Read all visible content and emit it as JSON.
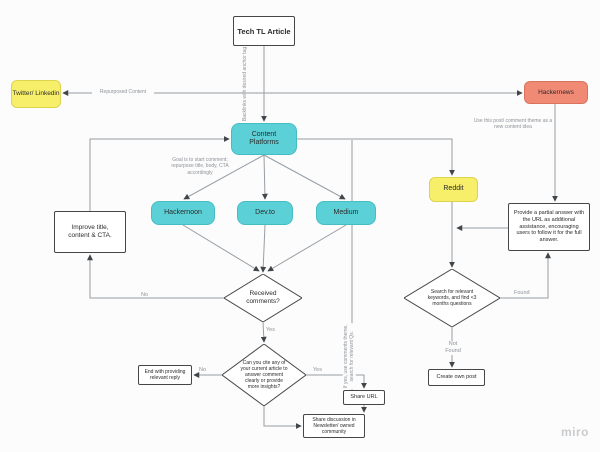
{
  "app": {
    "watermark": "miro"
  },
  "nodes": {
    "tech_tl_article": "Tech TL Article",
    "twitter_linkedin": "Twitter/ Linkedin",
    "hackernews": "Hackernews",
    "content_platforms": "Content Platforms",
    "hackernoon": "Hackernoon",
    "devto": "Dev.to",
    "medium": "Medium",
    "reddit": "Reddit",
    "improve_title": "Improve title, content & CTA.",
    "received_comments": "Received comments?",
    "search_keywords": "Search for relevant keywords, and find <3 months questions",
    "provide_partial_answer": "Provide a partial answer with the URL as additional assistance, encouraging users to follow it for the full answer.",
    "create_own_post": "Create own post",
    "cite_article": "Can you cite any of your current article to answer comment clearly or provide more insights?",
    "end_with_reply": "End with providing relevant reply",
    "share_url": "Share URL",
    "share_discussion": "Share discussion in Newsletter/ owned community"
  },
  "edge_labels": {
    "repurposed_content": "Repurposed Content",
    "backlinks": "Backlinks with desired anchor tag",
    "use_post_theme": "Use this post/ comment theme as a new content idea",
    "goal_start_comment": "Goal is to start comment; repurpose title, body, CTA accordingly",
    "if_yes_use_comments": "If yes, use comments theme, search for relevant Qs.",
    "yes_received": "Yes",
    "no_received": "No",
    "found": "Found",
    "not_found": "Not Found",
    "yes_cite": "Yes",
    "no_cite": "No"
  },
  "edges": [
    {
      "from": "tech_tl_article",
      "to": "content_platforms",
      "label": "Backlinks with desired anchor tag"
    },
    {
      "from": "tech_tl_article",
      "to": "twitter_linkedin",
      "label": "Repurposed Content"
    },
    {
      "from": "tech_tl_article",
      "to": "hackernews",
      "label": ""
    },
    {
      "from": "content_platforms",
      "to": "hackernoon",
      "label": "Goal is to start comment; repurpose title, body, CTA accordingly"
    },
    {
      "from": "content_platforms",
      "to": "devto",
      "label": ""
    },
    {
      "from": "content_platforms",
      "to": "medium",
      "label": ""
    },
    {
      "from": "content_platforms",
      "to": "reddit",
      "label": "Use this post/ comment theme as a new content idea"
    },
    {
      "from": "hackernoon",
      "to": "received_comments",
      "label": ""
    },
    {
      "from": "devto",
      "to": "received_comments",
      "label": ""
    },
    {
      "from": "medium",
      "to": "received_comments",
      "label": ""
    },
    {
      "from": "received_comments",
      "to": "improve_title",
      "label": "No"
    },
    {
      "from": "improve_title",
      "to": "content_platforms",
      "label": ""
    },
    {
      "from": "received_comments",
      "to": "cite_article",
      "label": "Yes"
    },
    {
      "from": "reddit",
      "to": "search_keywords",
      "label": ""
    },
    {
      "from": "search_keywords",
      "to": "provide_partial_answer",
      "label": "Found"
    },
    {
      "from": "search_keywords",
      "to": "create_own_post",
      "label": "Not Found"
    },
    {
      "from": "hackernews",
      "to": "provide_partial_answer",
      "label": ""
    },
    {
      "from": "cite_article",
      "to": "end_with_reply",
      "label": "No"
    },
    {
      "from": "cite_article",
      "to": "share_url",
      "label": "Yes"
    },
    {
      "from": "cite_article",
      "to": "share_discussion",
      "label": ""
    },
    {
      "from": "share_url",
      "to": "share_discussion",
      "label": ""
    },
    {
      "from": "share_url",
      "to": "reddit",
      "label": "If yes, use comments theme, search for relevant Qs."
    }
  ],
  "colors": {
    "teal": "#5BD1D7",
    "yellow": "#F7EF6A",
    "salmon": "#F08A74",
    "line": "#979EA3",
    "arrow": "#41464A"
  }
}
